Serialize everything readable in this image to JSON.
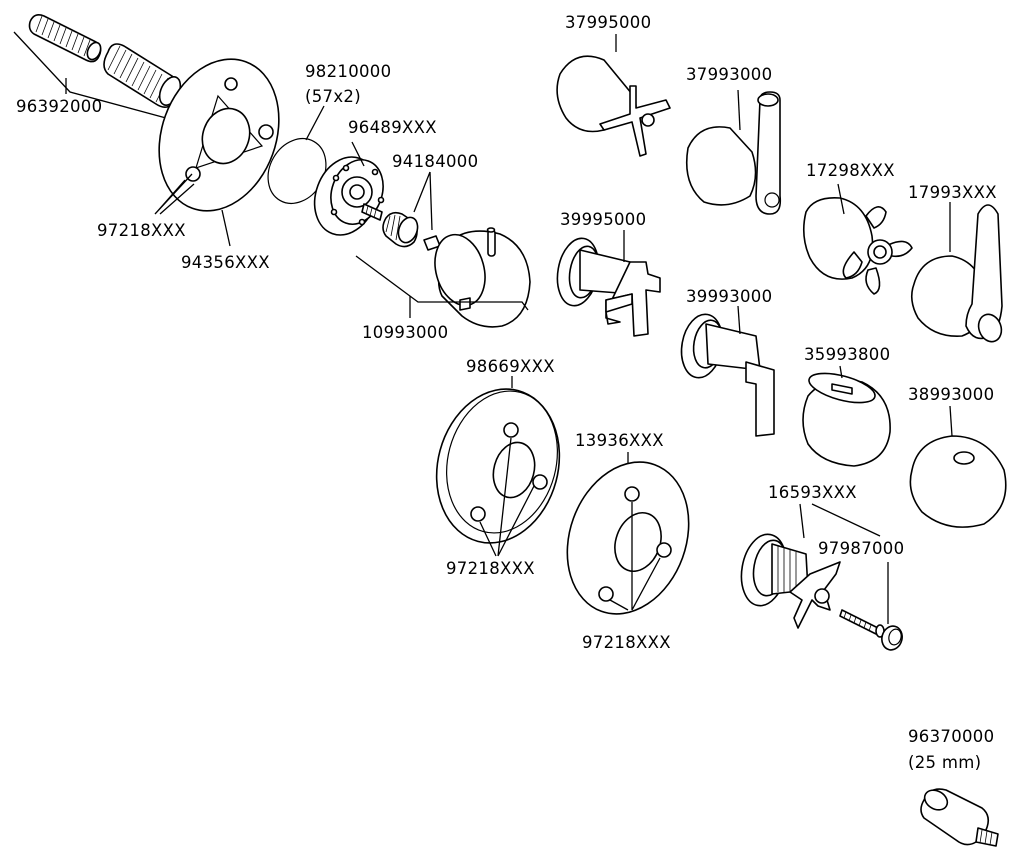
{
  "labels": {
    "p96392000": "96392000",
    "p98210000": "98210000",
    "p98210000_note": "(57x2)",
    "p96489": "96489XXX",
    "p94184000": "94184000",
    "p97218_a": "97218XXX",
    "p94356": "94356XXX",
    "p10993000": "10993000",
    "p37995000": "37995000",
    "p37993000": "37993000",
    "p17298": "17298XXX",
    "p17993": "17993XXX",
    "p39995000": "39995000",
    "p39993000": "39993000",
    "p35993800": "35993800",
    "p38993000": "38993000",
    "p98669": "98669XXX",
    "p97218_b": "97218XXX",
    "p13936": "13936XXX",
    "p97218_c": "97218XXX",
    "p16593": "16593XXX",
    "p97987000": "97987000",
    "p96370000": "96370000",
    "p96370000_note": "(25 mm)"
  }
}
